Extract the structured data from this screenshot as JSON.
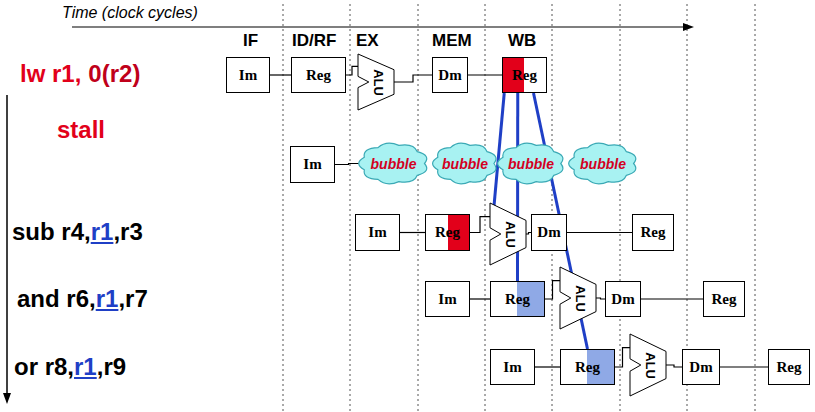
{
  "diagram": {
    "nodes": [
      {
        "text": [
          "Im"
        ]
      },
      {
        "text": [
          "Reg"
        ]
      },
      {
        "text": [
          "ALU"
        ]
      },
      {
        "text": [
          "Dm"
        ]
      },
      {
        "text": [
          "Reg"
        ]
      },
      {
        "text": [
          "Im"
        ]
      },
      {
        "text": [
          "bubble"
        ]
      },
      {
        "text": [
          "bubble"
        ]
      },
      {
        "text": [
          "bubble"
        ]
      },
      {
        "text": [
          "bubble"
        ]
      },
      {
        "text": [
          "Im"
        ]
      },
      {
        "text": [
          "Reg"
        ]
      },
      {
        "text": [
          "ALU"
        ]
      },
      {
        "text": [
          "Dm"
        ]
      },
      {
        "text": [
          "Reg"
        ]
      },
      {
        "text": [
          "Im"
        ]
      },
      {
        "text": [
          "Reg"
        ]
      },
      {
        "text": [
          "ALU"
        ]
      },
      {
        "text": [
          "Dm"
        ]
      },
      {
        "text": [
          "Reg"
        ]
      },
      {
        "text": [
          "Im"
        ]
      },
      {
        "text": [
          "Reg"
        ]
      },
      {
        "text": [
          "ALU"
        ]
      },
      {
        "text": [
          "Dm"
        ]
      },
      {
        "text": [
          "Reg"
        ]
      }
    ],
    "edges": [
      {
        "from": 0,
        "to": 1,
        "arrow": "none"
      },
      {
        "from": 1,
        "to": 2,
        "arrow": "none"
      },
      {
        "from": 2,
        "to": 3,
        "arrow": "none"
      },
      {
        "from": 3,
        "to": 4,
        "arrow": "none"
      },
      {
        "from": 5,
        "to": 6,
        "arrow": "none"
      },
      {
        "from": 10,
        "to": 11,
        "arrow": "none"
      },
      {
        "from": 11,
        "to": 12,
        "arrow": "none"
      },
      {
        "from": 12,
        "to": 13,
        "arrow": "none"
      },
      {
        "from": 13,
        "to": 14,
        "arrow": "none"
      },
      {
        "from": 15,
        "to": 16,
        "arrow": "none"
      },
      {
        "from": 16,
        "to": 17,
        "arrow": "none"
      },
      {
        "from": 17,
        "to": 18,
        "arrow": "none"
      },
      {
        "from": 18,
        "to": 19,
        "arrow": "none"
      },
      {
        "from": 20,
        "to": 21,
        "arrow": "none"
      },
      {
        "from": 21,
        "to": 22,
        "arrow": "none"
      },
      {
        "from": 22,
        "to": 23,
        "arrow": "none"
      },
      {
        "from": 23,
        "to": 24,
        "arrow": "none"
      },
      {
        "from": 4,
        "to": 12,
        "arrow": "none"
      },
      {
        "from": 4,
        "to": 16,
        "arrow": "none"
      },
      {
        "from": 4,
        "to": 21,
        "arrow": "none"
      }
    ],
    "labels": [
      "Time (clock cycles)",
      "IF",
      "ID/RF",
      "EX",
      "MEM",
      "WB",
      "lw r1,",
      "0(r2)",
      "stall",
      "sub r4,",
      "r1",
      ",r3",
      "and r6,",
      "r1",
      ",r7",
      "or r8,",
      "r1",
      ",r9"
    ]
  }
}
